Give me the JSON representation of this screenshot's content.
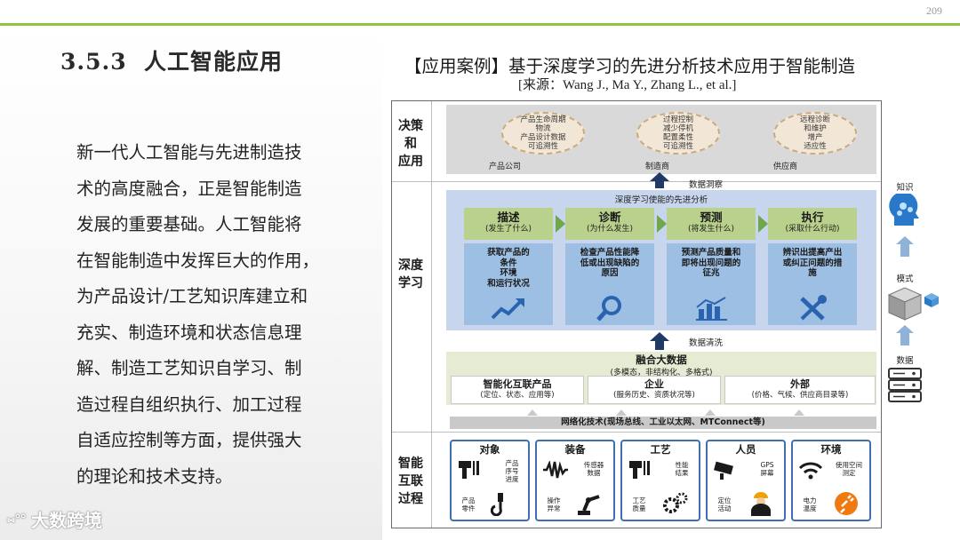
{
  "page_number": "209",
  "section": {
    "number": "3.5.3",
    "title": "人工智能应用"
  },
  "body_lines": [
    "新一代人工智能与先进制造技",
    "术的高度融合，正是智能制造",
    "发展的重要基础。人工智能将",
    "在智能制造中发挥巨大的作用，",
    "为产品设计/工艺知识库建立和",
    "充实、制造环境和状态信息理",
    "解、制造工艺知识自学习、制",
    "造过程自组织执行、加工过程",
    "自适应控制等方面，提供强大",
    "的理论和技术支持。"
  ],
  "case": {
    "title": "【应用案例】基于深度学习的先进分析技术应用于智能制造",
    "source": "[来源：Wang J., Ma Y., Zhang L., et al.]"
  },
  "watermark": {
    "logo": "⑅°°",
    "text": "大数跨境"
  },
  "diagram": {
    "rows": {
      "decision": [
        "决策",
        "和",
        "应用"
      ],
      "deep_learning": [
        "深度",
        "学习"
      ],
      "iot": [
        "智能",
        "互联",
        "过程"
      ]
    },
    "decision_clouds": [
      {
        "lines": [
          "产品生命周期",
          "物流",
          "产品设计数据",
          "可追溯性"
        ],
        "label": "产品公司"
      },
      {
        "lines": [
          "过程控制",
          "减少停机",
          "配置柔性",
          "可追溯性"
        ],
        "label": "制造商"
      },
      {
        "lines": [
          "远程诊断",
          "和维护",
          "增产",
          "适应性"
        ],
        "label": "供应商"
      }
    ],
    "data_insight": "数据洞察",
    "dl_title": "深度学习使能的先进分析",
    "steps": [
      {
        "title": "描述",
        "sub": "(发生了什么)",
        "body": [
          "获取产品的",
          "条件",
          "环境",
          "和运行状况"
        ],
        "icon": "trend-up-icon"
      },
      {
        "title": "诊断",
        "sub": "(为什么发生)",
        "body": [
          "检查产品性能降",
          "低或出现缺陷的",
          "原因"
        ],
        "icon": "magnifier-icon"
      },
      {
        "title": "预测",
        "sub": "(将发生什么)",
        "body": [
          "预测产品质量和",
          "即将出现问题的",
          "征兆"
        ],
        "icon": "bar-chart-icon"
      },
      {
        "title": "执行",
        "sub": "(采取什么行动)",
        "body": [
          "辨识出提高产出",
          "或纠正问题的措",
          "施"
        ],
        "icon": "tools-icon"
      }
    ],
    "data_cleaning": "数据清洗",
    "fusion": {
      "title": "融合大数据",
      "sub": "(多模态，非结构化、多格式)"
    },
    "sources": [
      {
        "title": "智能化互联产品",
        "sub": "(定位、状态、应用等)"
      },
      {
        "title": "企业",
        "sub": "(服务历史、资质状况等)"
      },
      {
        "title": "外部",
        "sub": "(价格、气候、供应商目录等)"
      }
    ],
    "network": "网络化技术(现场总线、工业以太网、MTConnect等)",
    "iot": [
      {
        "title": "对象",
        "t1": [
          "产品",
          "序号",
          "进度"
        ],
        "t2": [
          "产品",
          "零件"
        ]
      },
      {
        "title": "装备",
        "t1": [
          "传感器",
          "数据"
        ],
        "t2": [
          "操作",
          "异常"
        ]
      },
      {
        "title": "工艺",
        "t1": [
          "性能",
          "结果"
        ],
        "t2": [
          "工艺",
          "质量"
        ]
      },
      {
        "title": "人员",
        "t1": [
          "GPS",
          "屏幕"
        ],
        "t2": [
          "定位",
          "活动"
        ]
      },
      {
        "title": "环境",
        "t1": [
          "使用空间",
          "测定"
        ],
        "t2": [
          "电力",
          "温度"
        ]
      }
    ],
    "right_column": [
      "知识",
      "模式",
      "数据"
    ]
  }
}
